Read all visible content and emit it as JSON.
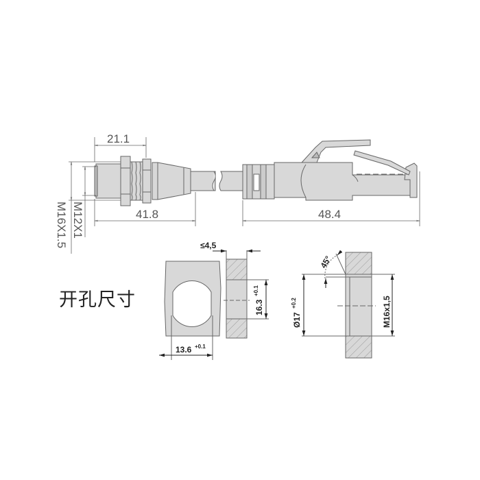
{
  "title": "开孔尺寸",
  "colors": {
    "fill": "#d8d8d8",
    "stroke": "#666666",
    "text": "#555555",
    "hatch": "#999999"
  },
  "connector_view": {
    "dimensions": {
      "overall_front": "21.1",
      "front_length": "41.8",
      "plug_length": "48.4",
      "thread_small": "M12X1",
      "thread_large": "M16X1.5"
    }
  },
  "cutout_view": {
    "label": "开孔尺寸",
    "dimensions": {
      "panel_thickness": "≤4,5",
      "height": "16.3",
      "height_tol": "+0.1",
      "width": "13.6",
      "width_tol": "+0.1"
    }
  },
  "thread_view": {
    "dimensions": {
      "angle": "45°",
      "diameter": "Ø17",
      "diameter_tol": "+0.2",
      "thread": "M16x1,5"
    }
  }
}
